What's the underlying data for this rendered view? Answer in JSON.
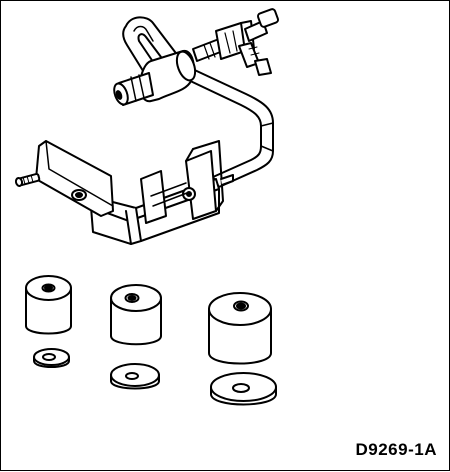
{
  "figure": {
    "code": "D9269-1A"
  },
  "colors": {
    "stroke": "#000000",
    "fill": "#ffffff",
    "shade": "#d9d9d9"
  },
  "parts": {
    "bushings": {
      "count": 3
    },
    "washers": {
      "count": 3
    }
  }
}
